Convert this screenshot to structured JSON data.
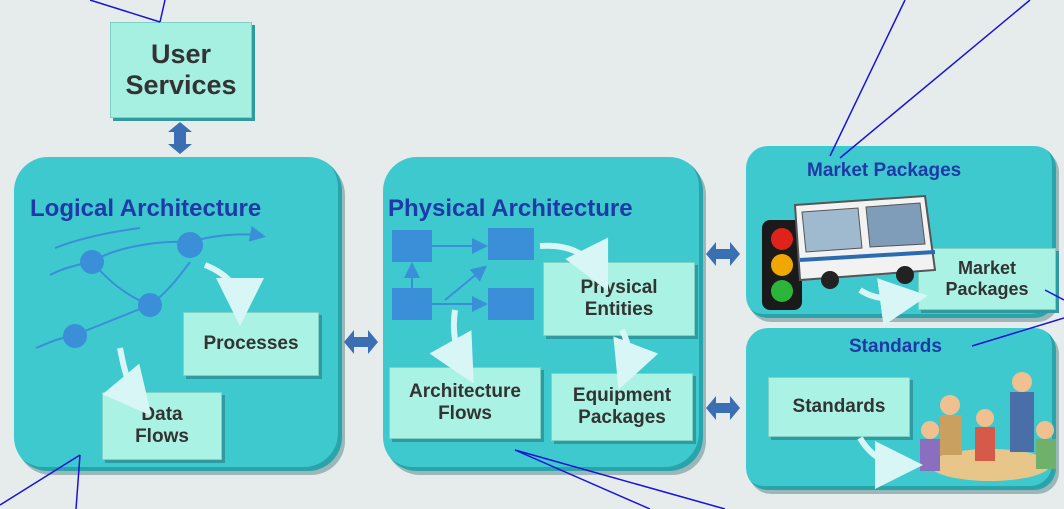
{
  "user_services": {
    "line1": "User",
    "line2": "Services"
  },
  "logical": {
    "title": "Logical Architecture",
    "processes": "Processes",
    "data_flows_1": "Data",
    "data_flows_2": "Flows"
  },
  "physical": {
    "title": "Physical Architecture",
    "entities_1": "Physical",
    "entities_2": "Entities",
    "flows_1": "Architecture",
    "flows_2": "Flows",
    "equipment_1": "Equipment",
    "equipment_2": "Packages"
  },
  "market": {
    "title": "Market Packages",
    "box_1": "Market",
    "box_2": "Packages"
  },
  "standards": {
    "title": "Standards",
    "box": "Standards"
  },
  "colors": {
    "panel": "#3ec9cf",
    "box": "#a9f2e4",
    "title_blue": "#1f3aa6",
    "callout": "#1a12d6",
    "connector": "#3a6fb3"
  },
  "icons": [
    "traffic-light-icon",
    "bus-icon",
    "meeting-people-icon",
    "double-arrow-icon"
  ]
}
